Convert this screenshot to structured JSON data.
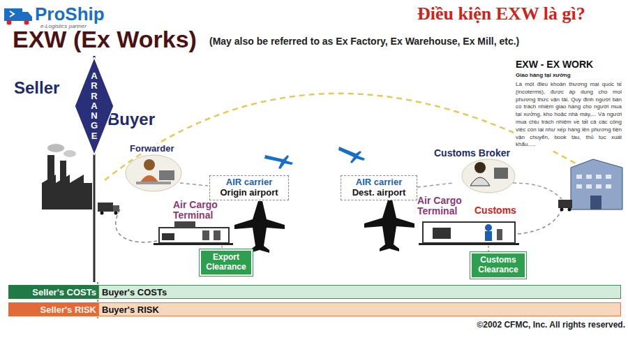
{
  "diagram": {
    "title": "EXW (Ex Works)",
    "nodes": [
      {
        "text": [
          "ARRANGE"
        ]
      },
      {
        "text": [
          "EXW - EX WORK",
          "Giao hàng tại xưởng",
          "Là một điều khoản thương mại quốc tế (incoterms), được áp dụng cho mọi phương thức vận tải. Quy định người bán có trách nhiệm giao hàng cho người mua tại xưởng, kho hoặc nhà máy,... Và người mua chịu trách nhiệm về tất cả các công việc còn lại như xếp hàng lên phương tiện vận chuyển, book tàu, thủ tục xuất khẩu....."
        ]
      },
      {
        "text": [
          "AIR carrier",
          "Origin airport"
        ]
      },
      {
        "text": [
          "Export Clearance"
        ]
      },
      {
        "text": [
          "AIR carrier",
          "Dest. airport"
        ]
      },
      {
        "text": [
          "Customs Clearance"
        ]
      },
      {
        "text": [
          "Seller's COSTs"
        ]
      },
      {
        "text": [
          "Buyer's COSTs"
        ]
      },
      {
        "text": [
          "Seller's RISK"
        ]
      },
      {
        "text": [
          "Buyer's RISK"
        ]
      }
    ],
    "labels": [
      "ProShip",
      "e-Logistics partner",
      "Điều kiện EXW là gì?",
      "(May also be referred to as Ex Factory, Ex Warehouse, Ex Mill, etc.)",
      "Seller",
      "Buyer",
      "Forwarder",
      "Air Cargo Terminal",
      "Customs Broker",
      "Air Cargo Terminal",
      "Customs",
      "©2002 CFMC, Inc. All rights reserved."
    ]
  }
}
